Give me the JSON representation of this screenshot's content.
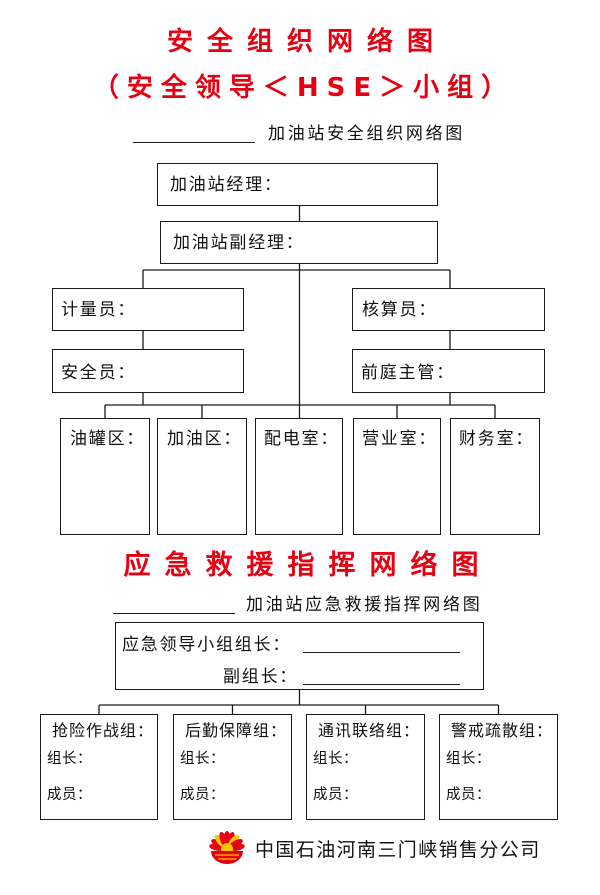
{
  "safety_org": {
    "title": "安全组织网络图",
    "subtitle": "（安全领导＜HSE＞小组）",
    "caption": "加油站安全组织网络图",
    "manager": "加油站经理：",
    "deputy_manager": "加油站副经理：",
    "metering_clerk": "计量员：",
    "accountant": "核算员：",
    "safety_officer": "安全员：",
    "forecourt_supervisor": "前庭主管：",
    "areas": [
      "油罐区：",
      "加油区：",
      "配电室：",
      "营业室：",
      "财务室："
    ]
  },
  "emergency_org": {
    "title": "应急救援指挥网络图",
    "caption": "加油站应急救援指挥网络图",
    "leader_label": "应急领导小组组长：",
    "deputy_label": "副组长：",
    "teams": [
      {
        "name": "抢险作战组：",
        "leader_label": "组长：",
        "members_label": "成员："
      },
      {
        "name": "后勤保障组：",
        "leader_label": "组长：",
        "members_label": "成员："
      },
      {
        "name": "通讯联络组：",
        "leader_label": "组长：",
        "members_label": "成员："
      },
      {
        "name": "警戒疏散组：",
        "leader_label": "组长：",
        "members_label": "成员："
      }
    ]
  },
  "footer": {
    "company": "中国石油河南三门峡销售分公司",
    "logo_icon": "cnpc-logo-icon"
  },
  "colors": {
    "title_red": "#e60012",
    "line": "#1a1a1a",
    "text": "#111111",
    "logo_red": "#e60012",
    "logo_yellow": "#f7c600"
  }
}
